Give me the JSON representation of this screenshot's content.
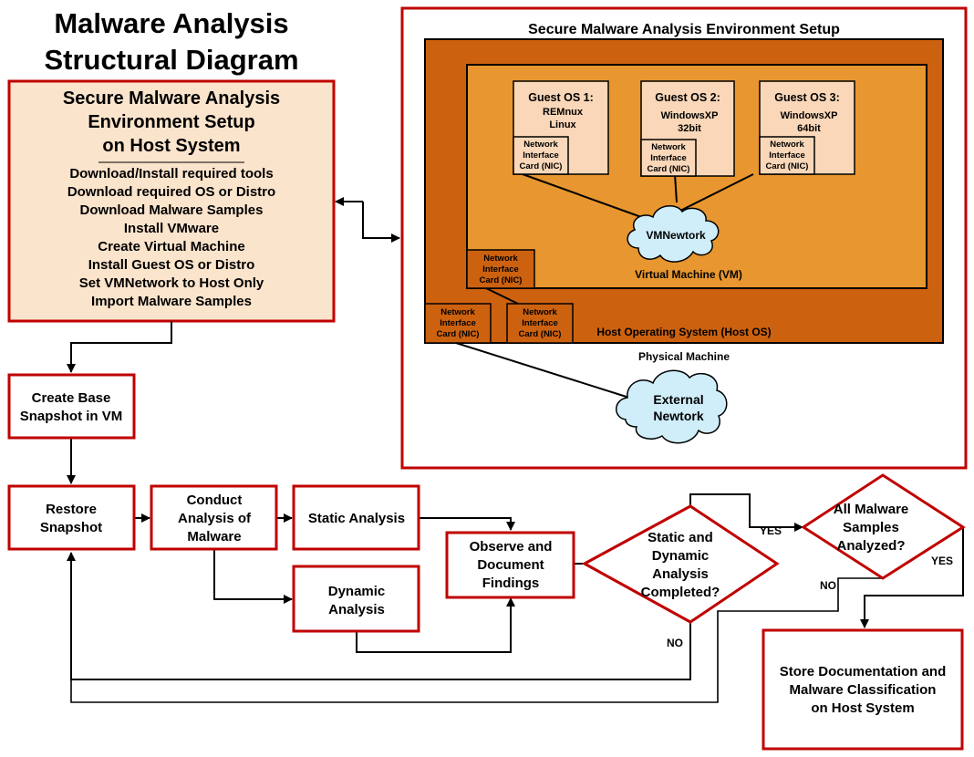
{
  "title": [
    "Malware Analysis",
    "Structural Diagram"
  ],
  "setup_box": {
    "heading": [
      "Secure Malware Analysis",
      "Environment Setup",
      "on Host System"
    ],
    "items": [
      "Download/Install required tools",
      "Download required OS or Distro",
      "Download Malware Samples",
      "Install VMware",
      "Create Virtual Machine",
      "Install Guest OS or Distro",
      "Set VMNetwork to Host Only",
      "Import Malware Samples"
    ]
  },
  "environment_panel": {
    "title": "Secure Malware Analysis Environment Setup",
    "guests": [
      {
        "title": "Guest OS 1:",
        "lines": [
          "REMnux",
          "Linux"
        ]
      },
      {
        "title": "Guest OS 2:",
        "lines": [
          "WindowsXP",
          "32bit"
        ]
      },
      {
        "title": "Guest OS 3:",
        "lines": [
          "WindowsXP",
          "64bit"
        ]
      }
    ],
    "nic_label": [
      "Network",
      "Interface",
      "Card (NIC)"
    ],
    "vm_network": "VMNewtork",
    "vm_label": "Virtual Machine (VM)",
    "host_os_label": "Host Operating System (Host OS)",
    "physical_label": "Physical Machine",
    "external_network": [
      "External",
      "Newtork"
    ]
  },
  "flow": {
    "create_snapshot": [
      "Create Base",
      "Snapshot in VM"
    ],
    "restore_snapshot": [
      "Restore",
      "Snapshot"
    ],
    "conduct_analysis": [
      "Conduct",
      "Analysis of",
      "Malware"
    ],
    "static_analysis": [
      "Static Analysis"
    ],
    "dynamic_analysis": [
      "Dynamic",
      "Analysis"
    ],
    "observe_findings": [
      "Observe and",
      "Document",
      "Findings"
    ],
    "decision_completed": [
      "Static and",
      "Dynamic",
      "Analysis",
      "Completed?"
    ],
    "decision_all_samples": [
      "All Malware",
      "Samples",
      "Analyzed?"
    ],
    "store_documentation": [
      "Store Documentation and",
      "Malware Classification",
      "on Host System"
    ],
    "labels": {
      "yes": "YES",
      "no": "NO"
    }
  },
  "colors": {
    "box_border": "#c00000",
    "setup_fill": "#fbe4cc",
    "host_fill": "#cc610f",
    "vm_fill": "#e8962f",
    "guest_fill": "#f9d7b8",
    "cloud_fill": "#cfeefa"
  }
}
